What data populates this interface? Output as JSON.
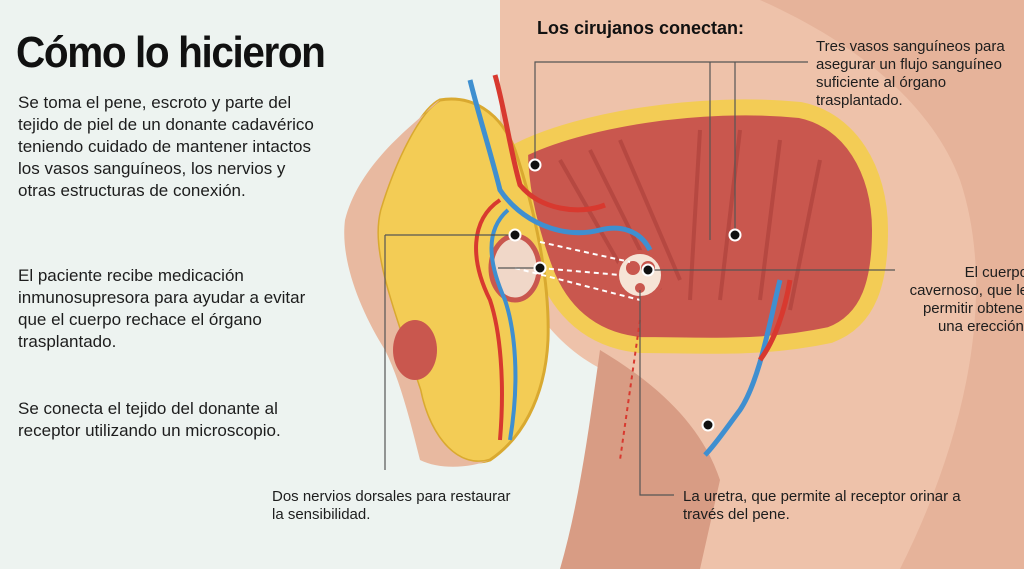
{
  "title": "Cómo lo hicieron",
  "intro": {
    "p1": "Se toma el pene, escroto y parte del tejido de piel de un donante cadavérico teniendo cuidado de mantener intactos los vasos sanguíneos, los nervios y otras estructuras de conexión.",
    "p2": "El paciente recibe medicación inmunosupresora para ayudar a evitar que el cuerpo rechace el órgano trasplantado.",
    "p3": "Se conecta el tejido del donante al receptor utilizando un microscopio."
  },
  "diagram": {
    "heading": "Los cirujanos conectan:",
    "labels": {
      "blood_vessels": "Tres vasos sanguíneos para asegurar un flujo sanguíneo suficiente al órgano trasplantado.",
      "corpus_cavernosum": "El cuerpo cavernoso, que le permitir obtener una erección.",
      "dorsal_nerves": "Dos nervios dorsales para restaurar la sensibilidad.",
      "urethra": "La uretra, que permite al receptor orinar a través del pene."
    }
  },
  "colors": {
    "background": "#edf3f0",
    "tissue_red": "#c9574e",
    "fat_yellow": "#f3cc55",
    "vein_blue": "#3f8fd0",
    "artery_red": "#d8392f",
    "skin": "#e8b9a0"
  }
}
